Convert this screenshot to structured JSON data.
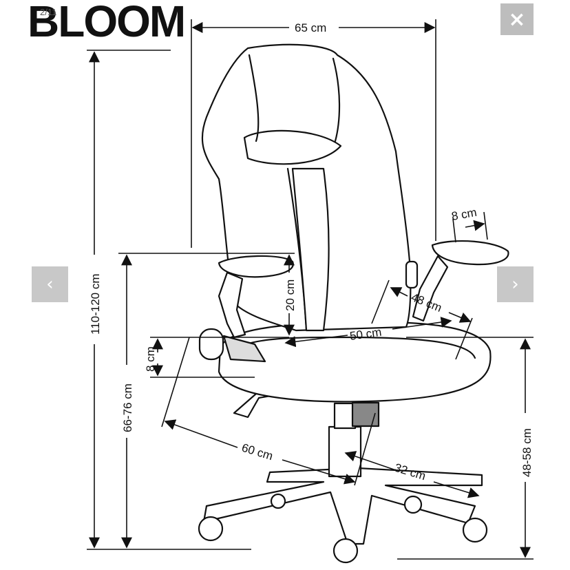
{
  "viewer": {
    "title": "BLOOM",
    "counter": "2/11",
    "close_label": "×",
    "prev_label": "‹",
    "next_label": "›"
  },
  "dimensions": {
    "width_total": "65 cm",
    "height_total": "110-120 cm",
    "armrest_height": "66-76 cm",
    "backrest_to_armrest": "20 cm",
    "armrest_width": "8 cm",
    "seat_depth": "48 cm",
    "seat_width": "50 cm",
    "seat_thickness": "8 cm",
    "base_diameter": "60 cm",
    "base_radius": "32 cm",
    "seat_height": "48-58 cm"
  }
}
